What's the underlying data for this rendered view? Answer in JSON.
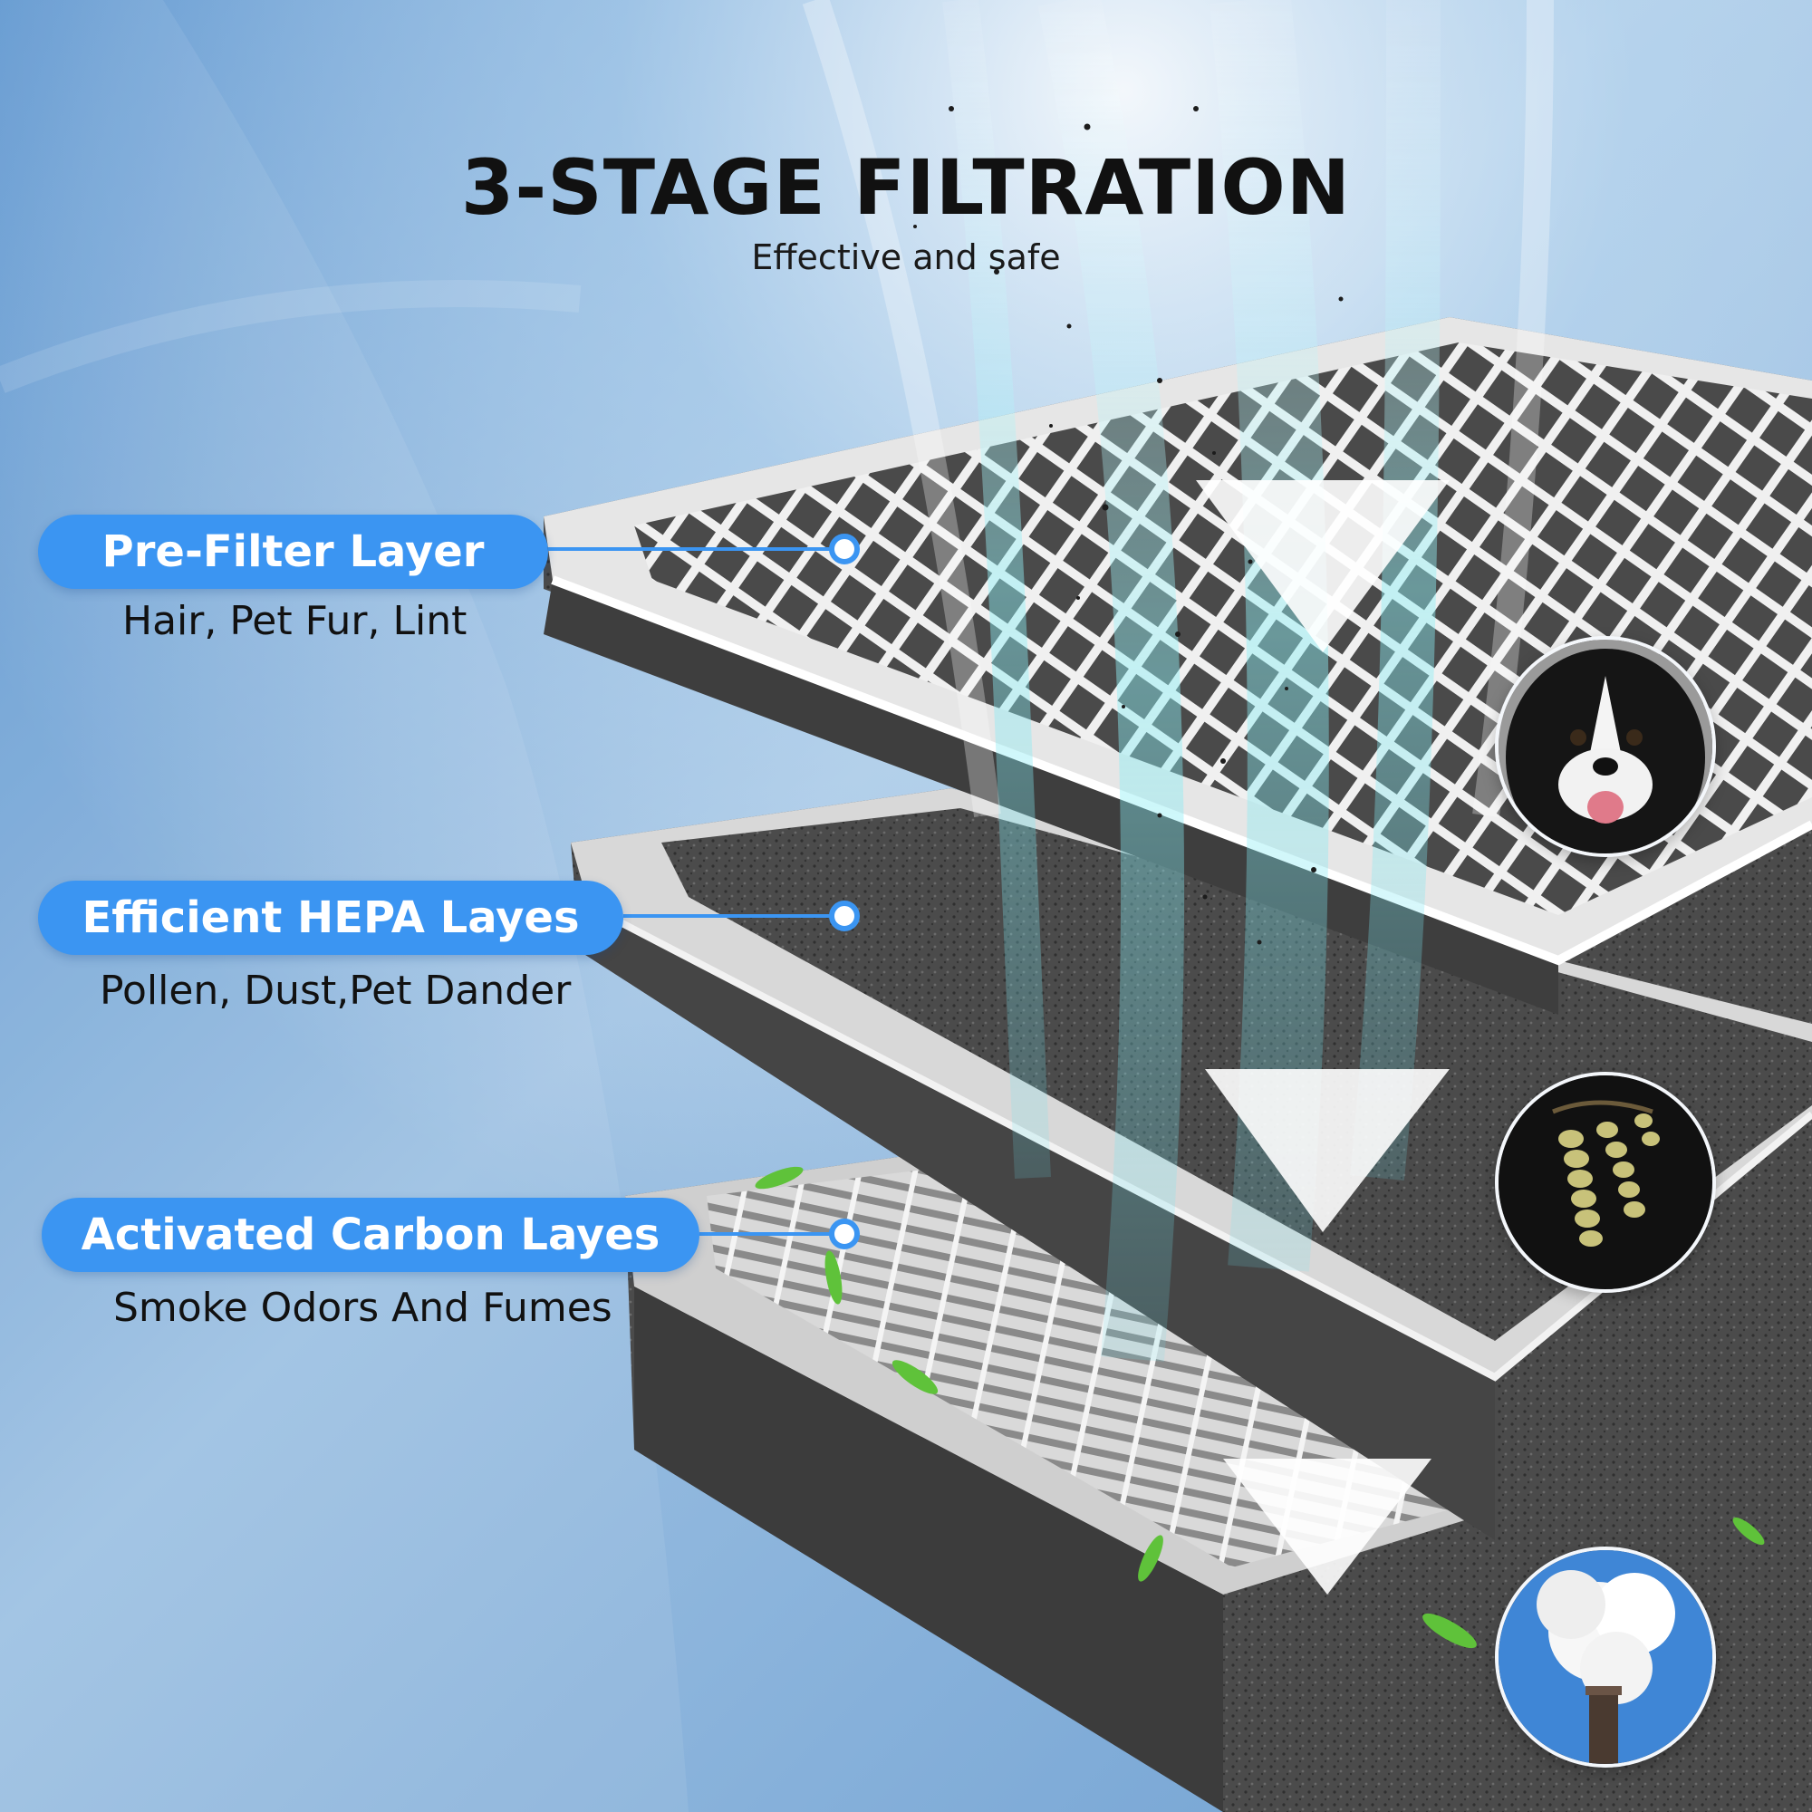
{
  "header": {
    "title": "3-STAGE FILTRATION",
    "subtitle": "Effective and safe"
  },
  "layers": [
    {
      "label": "Pre-Filter Layer",
      "description": "Hair, Pet Fur, Lint",
      "image": "dog-photo"
    },
    {
      "label": "Efficient HEPA Layes",
      "description": "Pollen, Dust,Pet Dander",
      "image": "pollen-photo"
    },
    {
      "label": "Activated Carbon Layes",
      "description": "Smoke Odors And Fumes",
      "image": "smoke-chimney-photo"
    }
  ],
  "colors": {
    "accent": "#3b95f2",
    "background_top": "#5f9ad0",
    "background_bottom": "#a7c6e4",
    "airflow": "#7fe9f2"
  }
}
